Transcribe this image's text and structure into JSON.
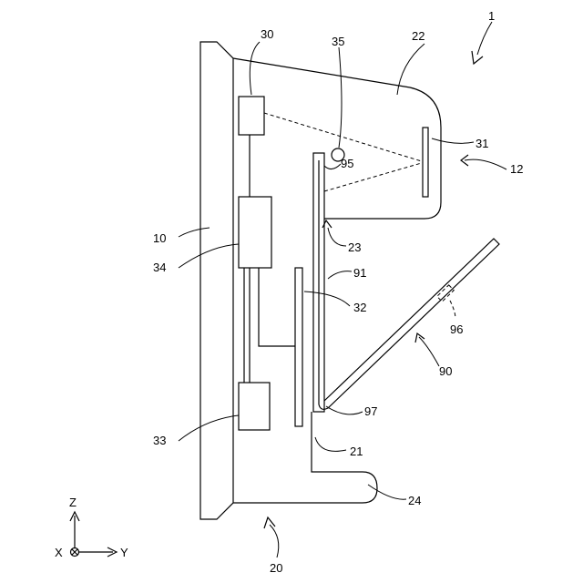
{
  "labels": {
    "device": "1",
    "base": "10",
    "head_unit": "12",
    "lower_unit": "20",
    "stand_wall": "21",
    "housing": "22",
    "window_edge": "23",
    "foot": "24",
    "sensor_top": "30",
    "mirror": "31",
    "display": "32",
    "module_low": "33",
    "module_mid": "34",
    "lamp": "35",
    "card": "90",
    "card_surface": "91",
    "card_upper": "95",
    "chip": "96",
    "hinge": "97"
  },
  "axes": {
    "z": "Z",
    "y": "Y",
    "x": "X"
  }
}
